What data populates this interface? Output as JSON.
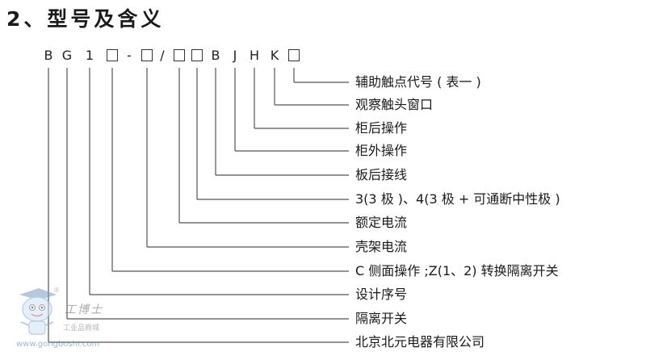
{
  "section": {
    "title": "2、型号及含义"
  },
  "model_code": {
    "chars": [
      "B",
      "G",
      "1",
      "□",
      "-",
      "□",
      "/",
      "□",
      "□",
      "B",
      "J",
      "H",
      "K",
      "□"
    ]
  },
  "descriptions": [
    "辅助触点代号 ( 表一 )",
    "观察触头窗口",
    "柜后操作",
    "柜外操作",
    "板后接线",
    "3(3 极 )、4(3 极 + 可通断中性极 )",
    "额定电流",
    "壳架电流",
    "C 侧面操作 ;Z(1、2) 转换隔离开关",
    "设计序号",
    "隔离开关",
    "北京北元电器有限公司"
  ],
  "watermark": {
    "registered": "®",
    "brand": "工博士",
    "subtitle": "工业品商城",
    "url": "www.gongboshi.com"
  },
  "colors": {
    "text": "#1a1a1a",
    "line": "#555555",
    "watermark_url": "#4a7fb5"
  }
}
